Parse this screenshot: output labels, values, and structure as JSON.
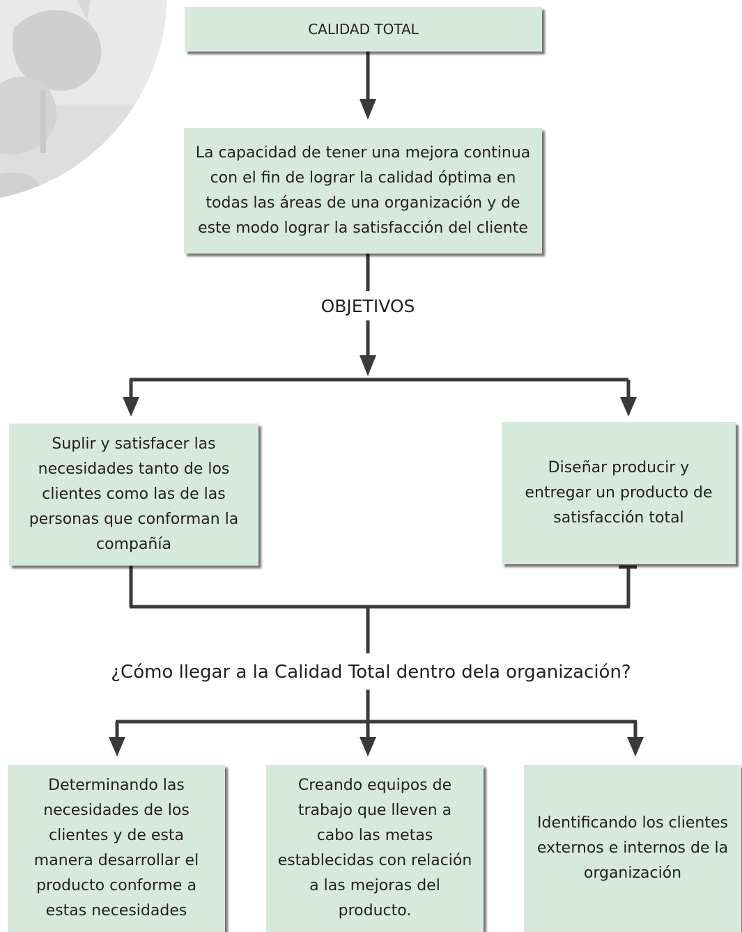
{
  "title_box": "CALIDAD TOTAL",
  "definition_box": "La capacidad de tener una mejora continua con el fin de lograr la calidad óptima en todas las áreas de una organización y de este modo lograr la satisfacción del cliente",
  "objectives_label": "OBJETIVOS",
  "objectives": [
    "Suplir y satisfacer las necesidades tanto de los clientes como las de las personas que conforman la compañía",
    "Diseñar producir y entregar un producto de satisfacción total"
  ],
  "question_label": "¿Cómo llegar a la Calidad Total dentro dela organización?",
  "methods": [
    "Determinando las necesidades de los clientes y de esta manera desarrollar el producto conforme a estas necesidades",
    "Creando equipos de trabajo que lleven a cabo las metas establecidas con relación a las mejoras del producto.",
    "Identificando los clientes externos e internos de la organización"
  ],
  "colors": {
    "box_fill": "#d7e9dc",
    "connector": "#3a3a3a",
    "text": "#231f20"
  }
}
